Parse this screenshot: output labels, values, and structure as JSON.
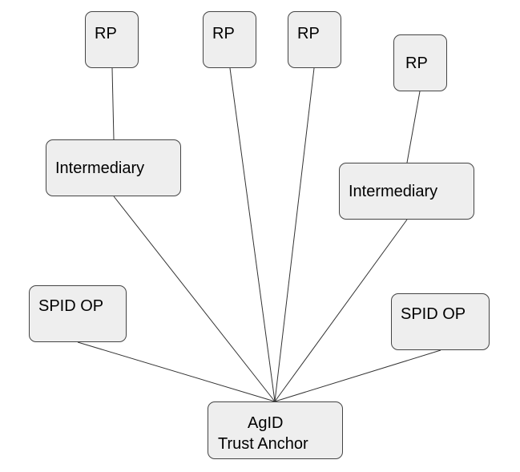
{
  "diagram": {
    "nodes": {
      "rp_1": "RP",
      "rp_2": "RP",
      "rp_3": "RP",
      "rp_4": "RP",
      "intermediary_1": "Intermediary",
      "intermediary_2": "Intermediary",
      "spid_op_1": "SPID OP",
      "spid_op_2": "SPID OP",
      "trust_anchor": {
        "line1": "AgID",
        "line2": "Trust Anchor"
      }
    },
    "edges": [
      [
        "rp_1",
        "intermediary_1"
      ],
      [
        "rp_4",
        "intermediary_2"
      ],
      [
        "intermediary_1",
        "trust_anchor"
      ],
      [
        "rp_2",
        "trust_anchor"
      ],
      [
        "rp_3",
        "trust_anchor"
      ],
      [
        "intermediary_2",
        "trust_anchor"
      ],
      [
        "spid_op_1",
        "trust_anchor"
      ],
      [
        "spid_op_2",
        "trust_anchor"
      ]
    ],
    "colors": {
      "node_fill": "#eeeeee",
      "node_border": "#444444",
      "edge": "#333333",
      "text": "#000000"
    }
  }
}
